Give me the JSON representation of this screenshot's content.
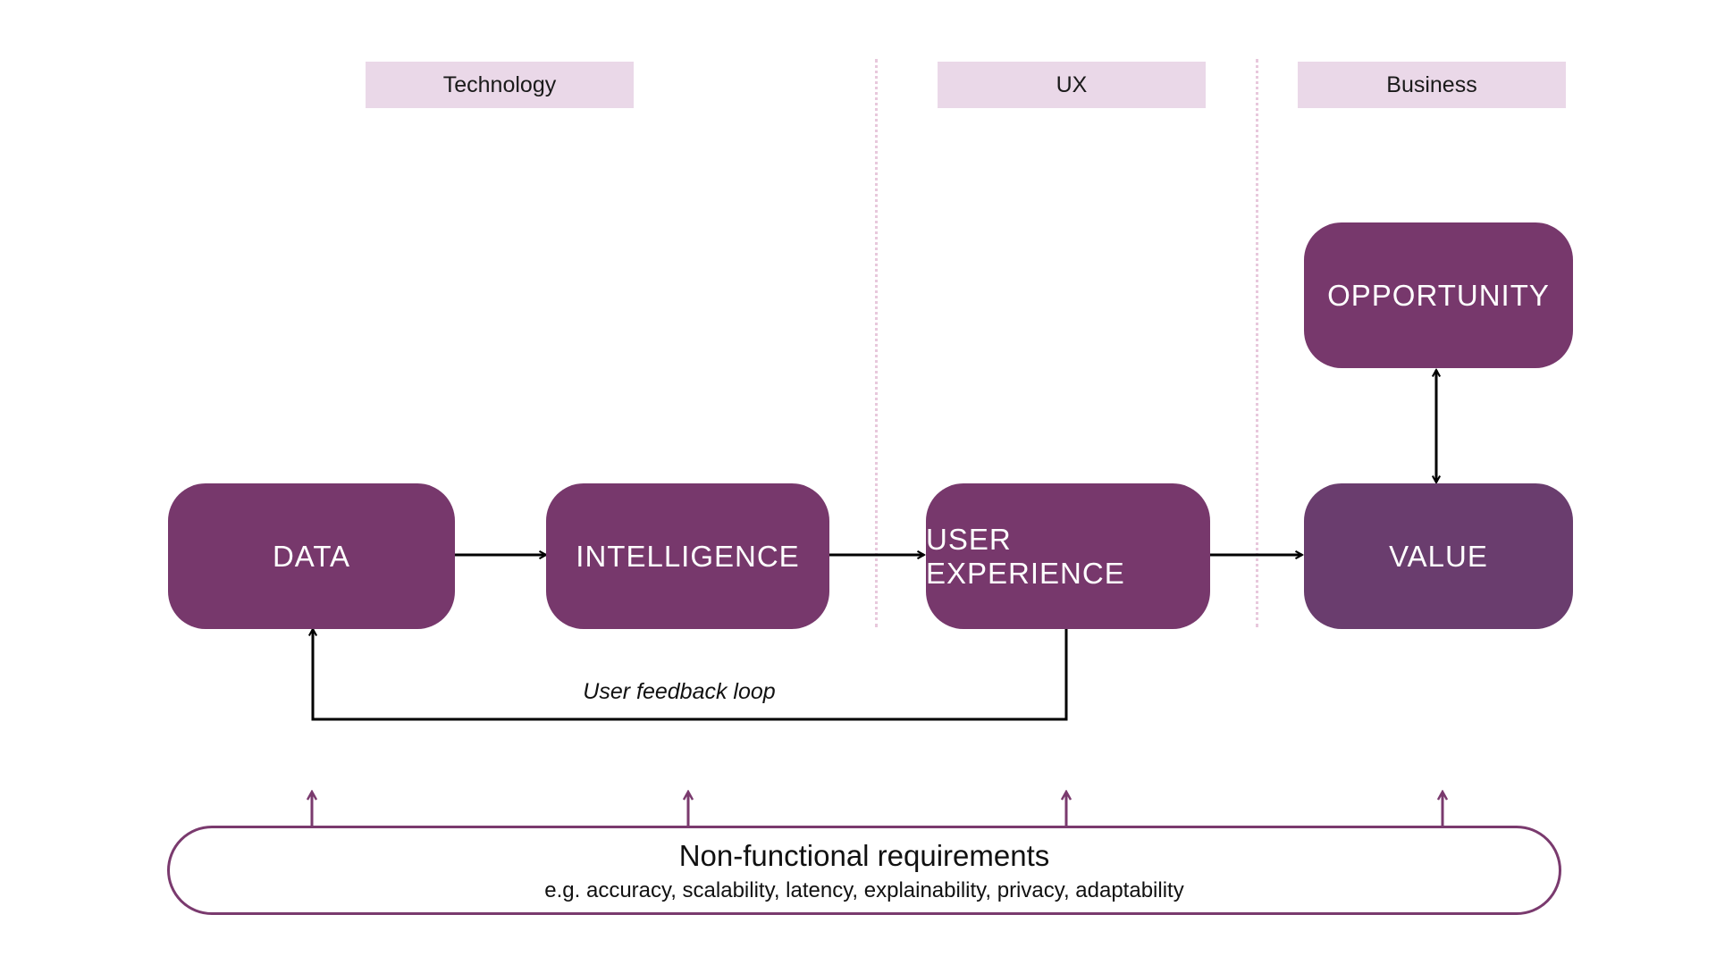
{
  "colors": {
    "box": "#77386c",
    "value_box": "#6a3d6e",
    "lane_label_bg": "#ead8e8",
    "arrow": "#000000",
    "nfr_arrow": "#7a3a6e"
  },
  "lanes": {
    "technology": "Technology",
    "ux": "UX",
    "business": "Business"
  },
  "boxes": {
    "data": "DATA",
    "intelligence": "INTELLIGENCE",
    "user_experience": "USER EXPERIENCE",
    "value": "VALUE",
    "opportunity": "OPPORTUNITY"
  },
  "feedback_label": "User feedback loop",
  "nfr": {
    "title": "Non-functional requirements",
    "subtitle": "e.g. accuracy, scalability, latency, explainability, privacy, adaptability"
  }
}
